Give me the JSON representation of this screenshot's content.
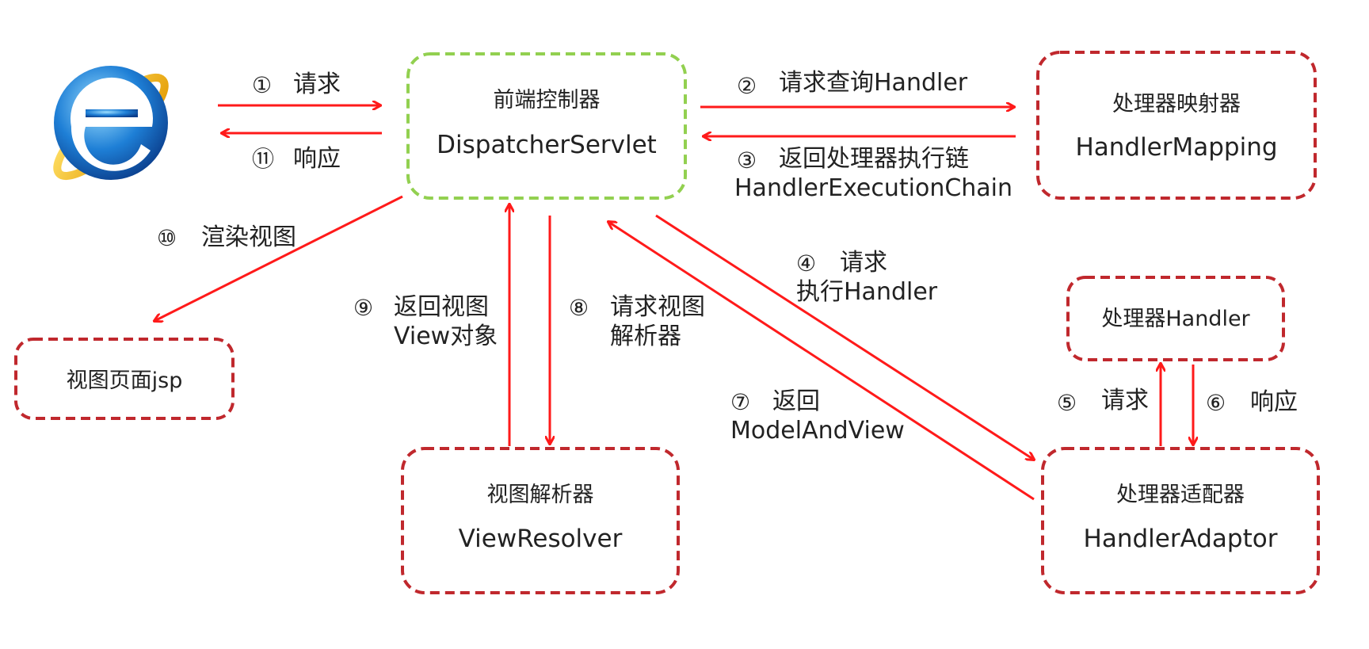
{
  "nodes": {
    "browser": {
      "icon": "internet-explorer-icon"
    },
    "dispatcher": {
      "title": "前端控制器",
      "subtitle": "DispatcherServlet"
    },
    "handler_mapping": {
      "title": "处理器映射器",
      "subtitle": "HandlerMapping"
    },
    "jsp_view": {
      "title": "视图页面jsp"
    },
    "handler": {
      "title": "处理器Handler"
    },
    "view_resolver": {
      "title": "视图解析器",
      "subtitle": "ViewResolver"
    },
    "handler_adaptor": {
      "title": "处理器适配器",
      "subtitle": "HandlerAdaptor"
    }
  },
  "edges": {
    "e1": {
      "num": "①",
      "line1": "请求"
    },
    "e11": {
      "num": "⑪",
      "line1": "响应"
    },
    "e2": {
      "num": "②",
      "line1": "请求查询Handler"
    },
    "e3": {
      "num": "③",
      "line1": "返回处理器执行链",
      "line2": "HandlerExecutionChain"
    },
    "e10": {
      "num": "⑩",
      "line1": "渲染视图"
    },
    "e9": {
      "num": "⑨",
      "line1": "返回视图",
      "line2": "View对象"
    },
    "e8": {
      "num": "⑧",
      "line1": "请求视图",
      "line2": "解析器"
    },
    "e4": {
      "num": "④",
      "line1": "请求",
      "line2": "执行Handler"
    },
    "e7": {
      "num": "⑦",
      "line1": "返回",
      "line2": "ModelAndView"
    },
    "e5": {
      "num": "⑤",
      "line1": "请求"
    },
    "e6": {
      "num": "⑥",
      "line1": "响应"
    }
  },
  "colors": {
    "arrow": "#ff1a1a",
    "box_border": "#c0282d",
    "dispatcher_border": "#92d050"
  }
}
